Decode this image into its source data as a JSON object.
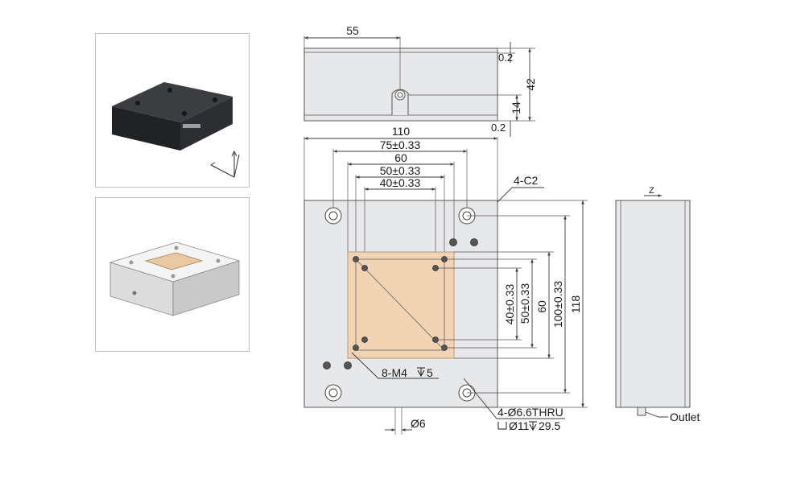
{
  "colors": {
    "body_fill": "#e7e8ea",
    "body_edge": "#555555",
    "platform_fill": "#f2d3b3",
    "dimension_line": "#3a3a3a"
  },
  "icons": [
    "axis-triad-icon",
    "z-arrow-icon"
  ],
  "top_view": {
    "dim_length_top": "55",
    "dim_chamfer_top": "0.2",
    "dim_height": "42",
    "dim_outlet_height": "14",
    "dim_chamfer_bottom": "0.2"
  },
  "plan_view": {
    "dim_width": "110",
    "dim_75": "75±0.33",
    "dim_60_h": "60",
    "dim_50_h": "50±0.33",
    "dim_40_h": "40±0.33",
    "chamfer_note": "4-C2",
    "dim_40_v": "40±0.33",
    "dim_50_v": "50±0.33",
    "dim_60_v": "60",
    "dim_100_v": "100±0.33",
    "dim_118": "118",
    "thread_note": "8-M4",
    "thread_depth": "5",
    "outlet_dia": "Ø6",
    "hole_note_1": "4-Ø6.6THRU",
    "hole_note_2": "Ø11",
    "hole_depth": "29.5"
  },
  "side_view": {
    "axis_label": "Z",
    "outlet_label": "Outlet"
  }
}
